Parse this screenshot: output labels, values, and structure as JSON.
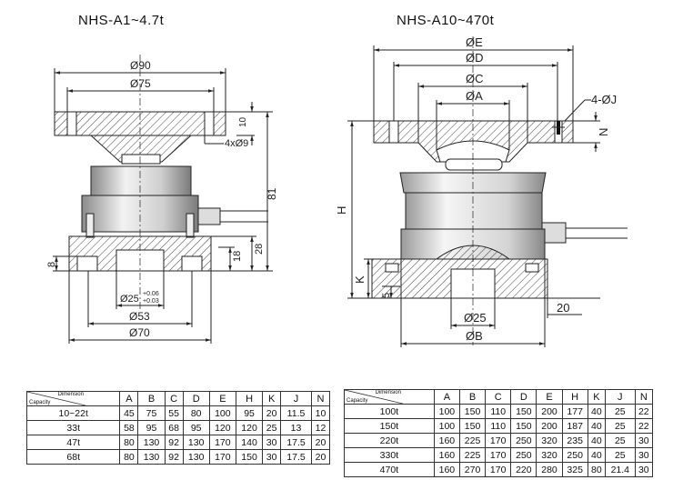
{
  "left": {
    "title": "NHS-A1~4.7t",
    "dims": {
      "d90": "Ø90",
      "d75": "Ø75",
      "t10": "10",
      "holes": "4xØ9",
      "h81": "81",
      "h28": "28",
      "h18": "18",
      "h8": "8",
      "bore": "Ø25",
      "tol_up": "+0.06",
      "tol_lo": "+0.03",
      "d53": "Ø53",
      "d70": "Ø70"
    },
    "table": {
      "header_dimension": "Dimension",
      "header_capacity": "Capacity",
      "columns": [
        "A",
        "B",
        "C",
        "D",
        "E",
        "H",
        "K",
        "J",
        "N"
      ],
      "rows": [
        {
          "capacity": "10~22t",
          "values": [
            "45",
            "75",
            "55",
            "80",
            "100",
            "95",
            "20",
            "11.5",
            "10"
          ]
        },
        {
          "capacity": "33t",
          "values": [
            "58",
            "95",
            "68",
            "95",
            "120",
            "120",
            "25",
            "13",
            "12"
          ]
        },
        {
          "capacity": "47t",
          "values": [
            "80",
            "130",
            "92",
            "130",
            "170",
            "140",
            "30",
            "17.5",
            "20"
          ]
        },
        {
          "capacity": "68t",
          "values": [
            "80",
            "130",
            "92",
            "130",
            "170",
            "150",
            "30",
            "17.5",
            "20"
          ]
        }
      ]
    }
  },
  "right": {
    "title": "NHS-A10~470t",
    "dims": {
      "dE": "ØE",
      "dD": "ØD",
      "dC": "ØC",
      "dA": "ØA",
      "holes": "4-ØJ",
      "N": "N",
      "H": "H",
      "K": "K",
      "five": "5",
      "twenty": "20",
      "d25": "Ø25",
      "dB": "ØB"
    },
    "table": {
      "header_dimension": "Dimension",
      "header_capacity": "Capacity",
      "columns": [
        "A",
        "B",
        "C",
        "D",
        "E",
        "H",
        "K",
        "J",
        "N"
      ],
      "rows": [
        {
          "capacity": "100t",
          "values": [
            "100",
            "150",
            "110",
            "150",
            "200",
            "177",
            "40",
            "25",
            "22"
          ]
        },
        {
          "capacity": "150t",
          "values": [
            "100",
            "150",
            "110",
            "150",
            "200",
            "187",
            "40",
            "25",
            "22"
          ]
        },
        {
          "capacity": "220t",
          "values": [
            "160",
            "225",
            "170",
            "250",
            "320",
            "235",
            "40",
            "25",
            "30"
          ]
        },
        {
          "capacity": "330t",
          "values": [
            "160",
            "225",
            "170",
            "250",
            "320",
            "250",
            "40",
            "25",
            "30"
          ]
        },
        {
          "capacity": "470t",
          "values": [
            "160",
            "270",
            "170",
            "220",
            "280",
            "325",
            "80",
            "21.4",
            "30"
          ]
        }
      ]
    }
  }
}
